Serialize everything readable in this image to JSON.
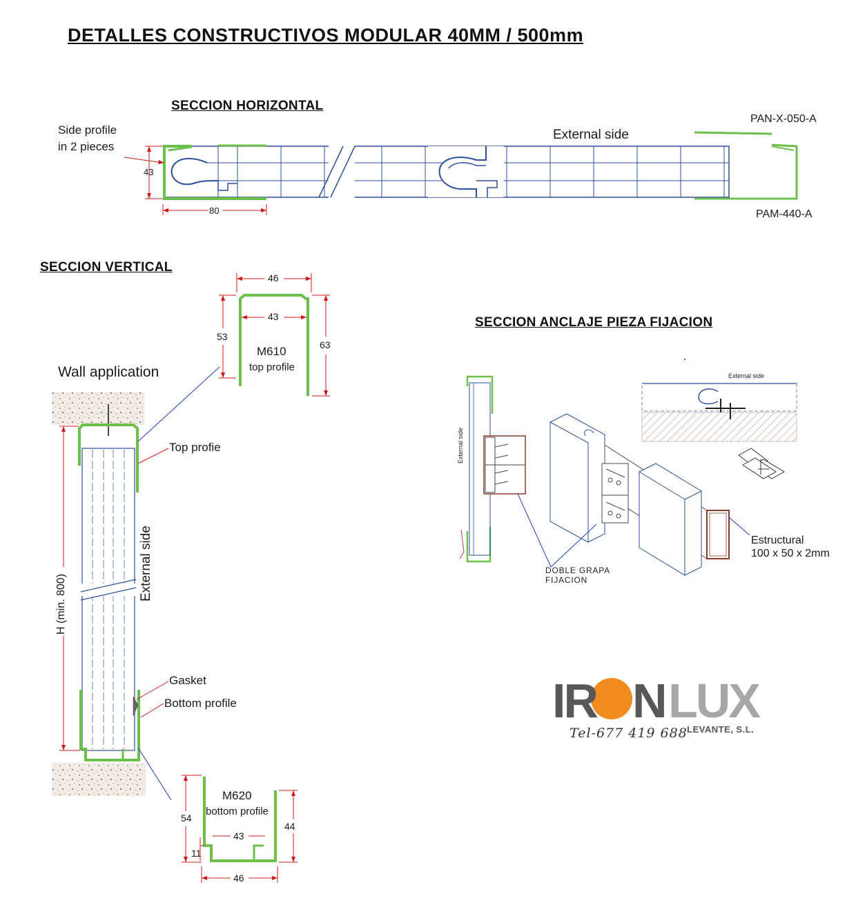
{
  "title": "DETALLES CONSTRUCTIVOS MODULAR 40MM / 500mm",
  "horizontal": {
    "heading": "SECCION HORIZONTAL",
    "side_profile": [
      "Side profile",
      "in 2 pieces"
    ],
    "external_side": "External side",
    "code_top": "PAN-X-050-A",
    "code_bottom": "PAM-440-A",
    "dim_height": "43",
    "dim_width": "80"
  },
  "vertical": {
    "heading": "SECCION VERTICAL",
    "wall_application": "Wall application",
    "top_profile_label": "Top profie",
    "external_side": "External side",
    "height_label": "H (min. 800)",
    "gasket": "Gasket",
    "bottom_profile_label": "Bottom profile",
    "top_profile": {
      "code": "M610",
      "name": "top profile",
      "dim_width_outer": "46",
      "dim_width_inner": "43",
      "dim_left": "53",
      "dim_right": "63"
    },
    "bottom_profile": {
      "code": "M620",
      "name": "bottom profile",
      "dim_left": "54",
      "dim_right": "44",
      "dim_inner": "43",
      "dim_base": "11",
      "dim_outer": "46"
    }
  },
  "anchor": {
    "heading": "SECCION ANCLAJE PIEZA FIJACION",
    "external_side_small": "External side",
    "external_side_vertical": "External side",
    "clip_label": [
      "DOBLE GRAPA",
      "FIJACION"
    ],
    "structural": [
      "Estructural",
      "100 x 50 x 2mm"
    ]
  },
  "logo": {
    "iron": "IR",
    "on": "N",
    "lux": "LUX",
    "company": "LEVANTE, S.L.",
    "tel": "Tel-677 419 688"
  },
  "colors": {
    "profile": "#6cc04a",
    "panel": "#2b4fa0",
    "dimension": "#d01818",
    "leader": "#1a3cc8",
    "logo_orange": "#f28c1e"
  }
}
